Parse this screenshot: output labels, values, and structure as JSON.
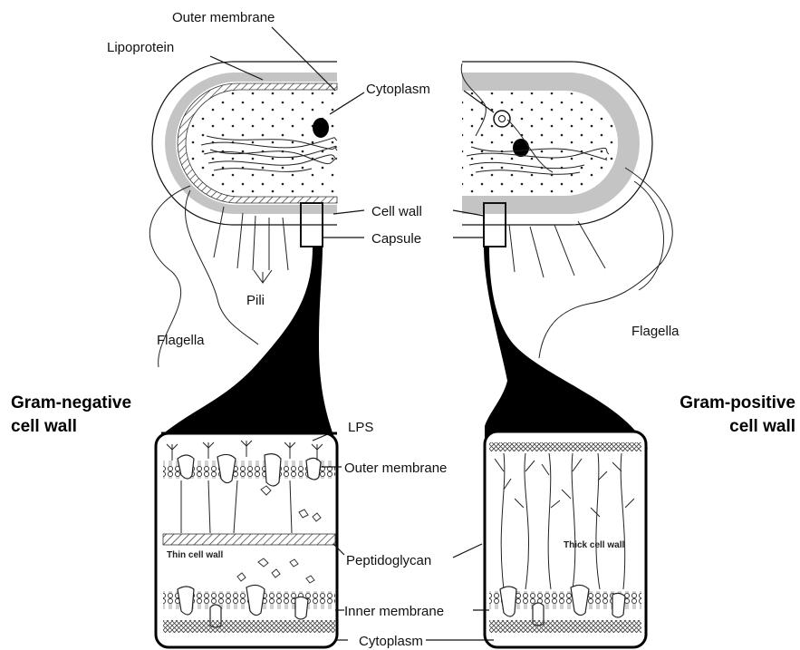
{
  "labels": {
    "outer_membrane_top": "Outer membrane",
    "lipoprotein": "Lipoprotein",
    "cytoplasm_top": "Cytoplasm",
    "cell_wall": "Cell wall",
    "capsule": "Capsule",
    "pili": "Pili",
    "flagella_left": "Flagella",
    "flagella_right": "Flagella",
    "lps": "LPS",
    "outer_membrane_detail": "Outer membrane",
    "peptidoglycan": "Peptidoglycan",
    "inner_membrane": "Inner membrane",
    "cytoplasm_bottom": "Cytoplasm",
    "thin_cell_wall": "Thin cell wall",
    "thick_cell_wall": "Thick cell wall"
  },
  "headings": {
    "gram_negative_line1": "Gram-negative",
    "gram_negative_line2": "cell wall",
    "gram_positive_line1": "Gram-positive",
    "gram_positive_line2": "cell wall"
  }
}
